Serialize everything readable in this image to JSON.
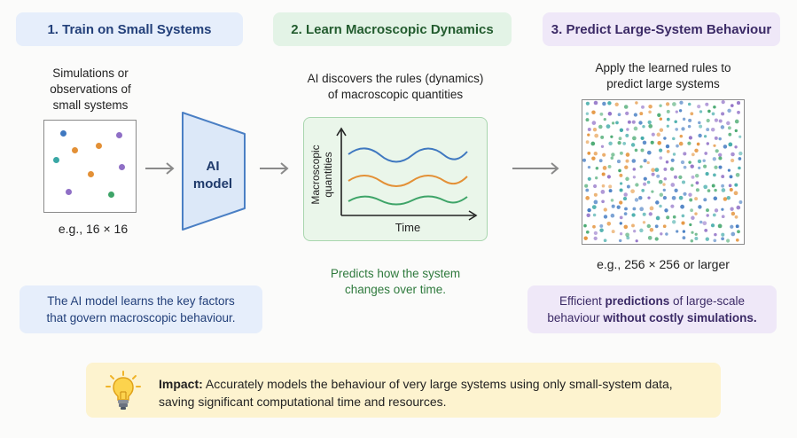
{
  "stages": [
    {
      "label": "1. Train on Small Systems"
    },
    {
      "label": "2. Learn Macroscopic Dynamics"
    },
    {
      "label": "3. Predict Large-System Behaviour"
    }
  ],
  "stage1": {
    "description_lines": [
      "Simulations or",
      "observations of",
      "small systems"
    ],
    "size_label": "e.g., 16 × 16",
    "note_lines": [
      "The AI model learns the key factors",
      "that govern macroscopic behaviour."
    ]
  },
  "model": {
    "label_line1": "AI",
    "label_line2": "model"
  },
  "stage2": {
    "description_lines": [
      "AI discovers the rules (dynamics)",
      "of macroscopic quantities"
    ],
    "y_axis_line1": "Macroscopic",
    "y_axis_line2": "quantities",
    "x_axis": "Time",
    "caption_lines": [
      "Predicts how the system",
      "changes over time."
    ]
  },
  "stage3": {
    "description_lines": [
      "Apply the learned rules to",
      "predict large systems"
    ],
    "size_label": "e.g., 256 × 256 or larger",
    "note_line1_pre": "Efficient ",
    "note_line1_bold": "predictions",
    "note_line1_post": " of large-scale",
    "note_line2_pre": "behaviour ",
    "note_line2_bold": "without costly simulations."
  },
  "impact": {
    "label": "Impact:",
    "text_line1": " Accurately models the behaviour of very large systems using only small-system data,",
    "text_line2": "saving significant computational time and resources."
  },
  "colors": {
    "blue": "#3f78c0",
    "orange": "#e39036",
    "green": "#3ea468",
    "purple": "#8f6fc6",
    "teal": "#3aa7a5"
  }
}
